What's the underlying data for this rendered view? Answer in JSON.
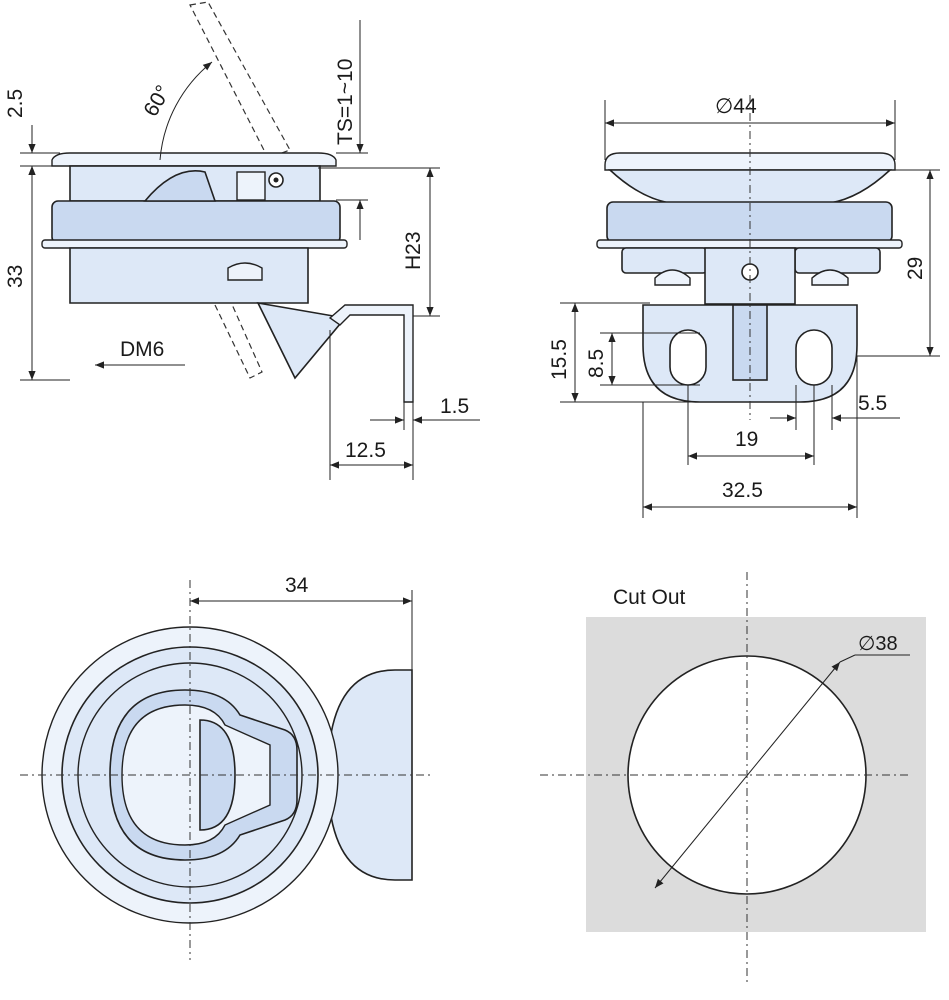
{
  "side_view": {
    "angle_label": "60°",
    "flange_thickness_label": "2.5",
    "panel_thickness_label": "TS=1~10",
    "height_label": "33",
    "h_label": "H23",
    "thread_label": "DM6",
    "cam_thickness_label": "1.5",
    "cam_offset_label": "12.5"
  },
  "front_view": {
    "diameter_label": "∅44",
    "height_label": "29",
    "bracket_height_label": "15.5",
    "slot_height_label": "8.5",
    "slot_width_label": "5.5",
    "slot_spacing_label": "19",
    "bracket_width_label": "32.5"
  },
  "top_view": {
    "width_label": "34"
  },
  "cutout_view": {
    "title": "Cut Out",
    "diameter_label": "∅38"
  },
  "colors": {
    "part_fill": "#dde8f7",
    "cutout_fill": "#dcdcdc"
  }
}
